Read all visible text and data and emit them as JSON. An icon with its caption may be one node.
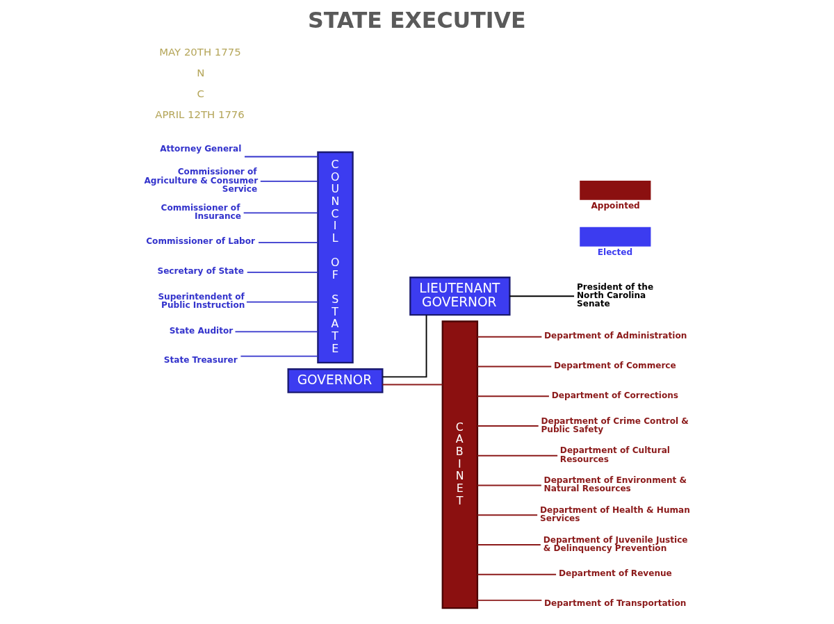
{
  "diagram": {
    "title": "STATE EXECUTIVE",
    "nodes": [
      {
        "text": [
          "GOVERNOR"
        ]
      },
      {
        "text": [
          "LIEUTENANT GOVERNOR"
        ]
      },
      {
        "text": [
          "President of the North Carolina Senate"
        ]
      },
      {
        "text": [
          "CABINET"
        ]
      },
      {
        "text": [
          "Department of Administration"
        ]
      },
      {
        "text": [
          "Department of Commerce"
        ]
      },
      {
        "text": [
          "Department of Corrections"
        ]
      },
      {
        "text": [
          "Department of Crime Control & Public Safety"
        ]
      },
      {
        "text": [
          "Department of Cultural Resources"
        ]
      },
      {
        "text": [
          "Department of Environment & Natural Resources"
        ]
      },
      {
        "text": [
          "Department of Health & Human Services"
        ]
      },
      {
        "text": [
          "Department of Juvenile Justice & Delinquency Prevention"
        ]
      },
      {
        "text": [
          "Department of Revenue"
        ]
      },
      {
        "text": [
          "Department of Transportation"
        ]
      },
      {
        "text": [
          "COUNCIL OF STATE"
        ]
      },
      {
        "text": [
          "Attorney General"
        ]
      },
      {
        "text": [
          "Commissioner of Agriculture & Consumer Service"
        ]
      },
      {
        "text": [
          "Commissioner of Insurance"
        ]
      },
      {
        "text": [
          "Commissioner of Labor"
        ]
      },
      {
        "text": [
          "Secretary of State"
        ]
      },
      {
        "text": [
          "Superintendent of Public Instruction"
        ]
      },
      {
        "text": [
          "State Auditor"
        ]
      },
      {
        "text": [
          "State Treasurer"
        ]
      }
    ],
    "edges": [
      {
        "from": 0,
        "to": 3,
        "arrow": "none"
      },
      {
        "from": 0,
        "to": 1,
        "arrow": "none",
        "color": "#000000"
      },
      {
        "from": 1,
        "to": 2,
        "arrow": "none",
        "color": "#000000"
      },
      {
        "from": 3,
        "to": 4,
        "arrow": "none"
      },
      {
        "from": 3,
        "to": 5,
        "arrow": "none"
      },
      {
        "from": 3,
        "to": 6,
        "arrow": "none"
      },
      {
        "from": 3,
        "to": 7,
        "arrow": "none"
      },
      {
        "from": 3,
        "to": 8,
        "arrow": "none"
      },
      {
        "from": 3,
        "to": 9,
        "arrow": "none"
      },
      {
        "from": 3,
        "to": 10,
        "arrow": "none"
      },
      {
        "from": 3,
        "to": 11,
        "arrow": "none"
      },
      {
        "from": 3,
        "to": 12,
        "arrow": "none"
      },
      {
        "from": 3,
        "to": 13,
        "arrow": "none"
      },
      {
        "from": 15,
        "to": 14,
        "arrow": "none",
        "color": "#3333cc"
      },
      {
        "from": 16,
        "to": 14,
        "arrow": "none",
        "color": "#3333cc"
      },
      {
        "from": 17,
        "to": 14,
        "arrow": "none",
        "color": "#3333cc"
      },
      {
        "from": 18,
        "to": 14,
        "arrow": "none",
        "color": "#3333cc"
      },
      {
        "from": 19,
        "to": 14,
        "arrow": "none",
        "color": "#3333cc"
      },
      {
        "from": 20,
        "to": 14,
        "arrow": "none",
        "color": "#3333cc"
      },
      {
        "from": 21,
        "to": 14,
        "arrow": "none",
        "color": "#3333cc"
      },
      {
        "from": 22,
        "to": 14,
        "arrow": "none",
        "color": "#3333cc"
      }
    ],
    "labels": [
      "MAY 20TH 1775",
      "N",
      "C",
      "APRIL 12TH 1776"
    ],
    "legend": [
      {
        "text": "Appointed",
        "color": "#8b1010"
      },
      {
        "text": "Elected",
        "color": "#3c3cf0"
      }
    ]
  }
}
